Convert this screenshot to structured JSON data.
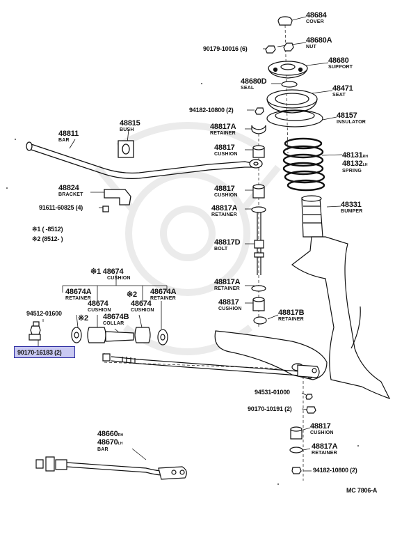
{
  "watermark_color": "#ebebeb",
  "highlight_color": "#c9c9f2",
  "parts": {
    "p48684": {
      "num": "48684",
      "name": "COVER"
    },
    "p48680A": {
      "num": "48680A",
      "name": "NUT"
    },
    "p90179": {
      "num": "90179-10016 (6)"
    },
    "p48680": {
      "num": "48680",
      "name": "SUPPORT"
    },
    "p48680D": {
      "num": "48680D",
      "name": "SEAL"
    },
    "p48471": {
      "num": "48471",
      "name": "SEAT"
    },
    "p94182a": {
      "num": "94182-10800 (2)"
    },
    "p48157": {
      "num": "48157",
      "name": "INSULATOR"
    },
    "p48817Aa": {
      "num": "48817A",
      "name": "RETAINER"
    },
    "p48817a": {
      "num": "48817",
      "name": "CUSHION"
    },
    "p48131": {
      "num": "48131",
      "sup": "RH"
    },
    "p48132": {
      "num": "48132",
      "sup": "LH",
      "name": "SPRING"
    },
    "p48815": {
      "num": "48815",
      "name": "BUSH"
    },
    "p48811": {
      "num": "48811",
      "name": "BAR"
    },
    "p48824": {
      "num": "48824",
      "name": "BRACKET"
    },
    "p91611": {
      "num": "91611-60825 (4)"
    },
    "p48817b": {
      "num": "48817",
      "name": "CUSHION"
    },
    "p48817Ab": {
      "num": "48817A",
      "name": "RETAINER"
    },
    "p48331": {
      "num": "48331",
      "name": "BUMPER"
    },
    "p48817D": {
      "num": "48817D",
      "name": "BOLT"
    },
    "p48817Ac": {
      "num": "48817A",
      "name": "RETAINER"
    },
    "p48817c": {
      "num": "48817",
      "name": "CUSHION"
    },
    "p48817B": {
      "num": "48817B",
      "name": "RETAINER"
    },
    "p48674": {
      "num": "※1 48674",
      "name": "CUSHION"
    },
    "p48674Aa": {
      "num": "48674A",
      "name": "RETAINER"
    },
    "p48674Ab": {
      "num": "48674A",
      "name": "RETAINER"
    },
    "p48674b": {
      "num": "48674",
      "name": "CUSHION"
    },
    "p48674c": {
      "num": "48674",
      "name": "CUSHION"
    },
    "p48674B": {
      "num": "48674B",
      "name": "COLLAR"
    },
    "p94512": {
      "num": "94512-01600"
    },
    "p90170a": {
      "num": "90170-16183 (2)"
    },
    "p94531": {
      "num": "94531-01000"
    },
    "p90170b": {
      "num": "90170-10191 (2)"
    },
    "p48817d": {
      "num": "48817",
      "name": "CUSHION"
    },
    "p48817Ad": {
      "num": "48817A",
      "name": "RETAINER"
    },
    "p94182b": {
      "num": "94182-10800 (2)"
    },
    "p48660": {
      "num": "48660",
      "sup": "RH"
    },
    "p48670": {
      "num": "48670",
      "sup": "LH",
      "name": "BAR"
    }
  },
  "marks": {
    "m1": "※2",
    "m2": "※2"
  },
  "notes": {
    "n1": "※1 (      -8512)",
    "n2": "※2 (8512-      )"
  },
  "footer": {
    "code": "MC  7806-A"
  }
}
